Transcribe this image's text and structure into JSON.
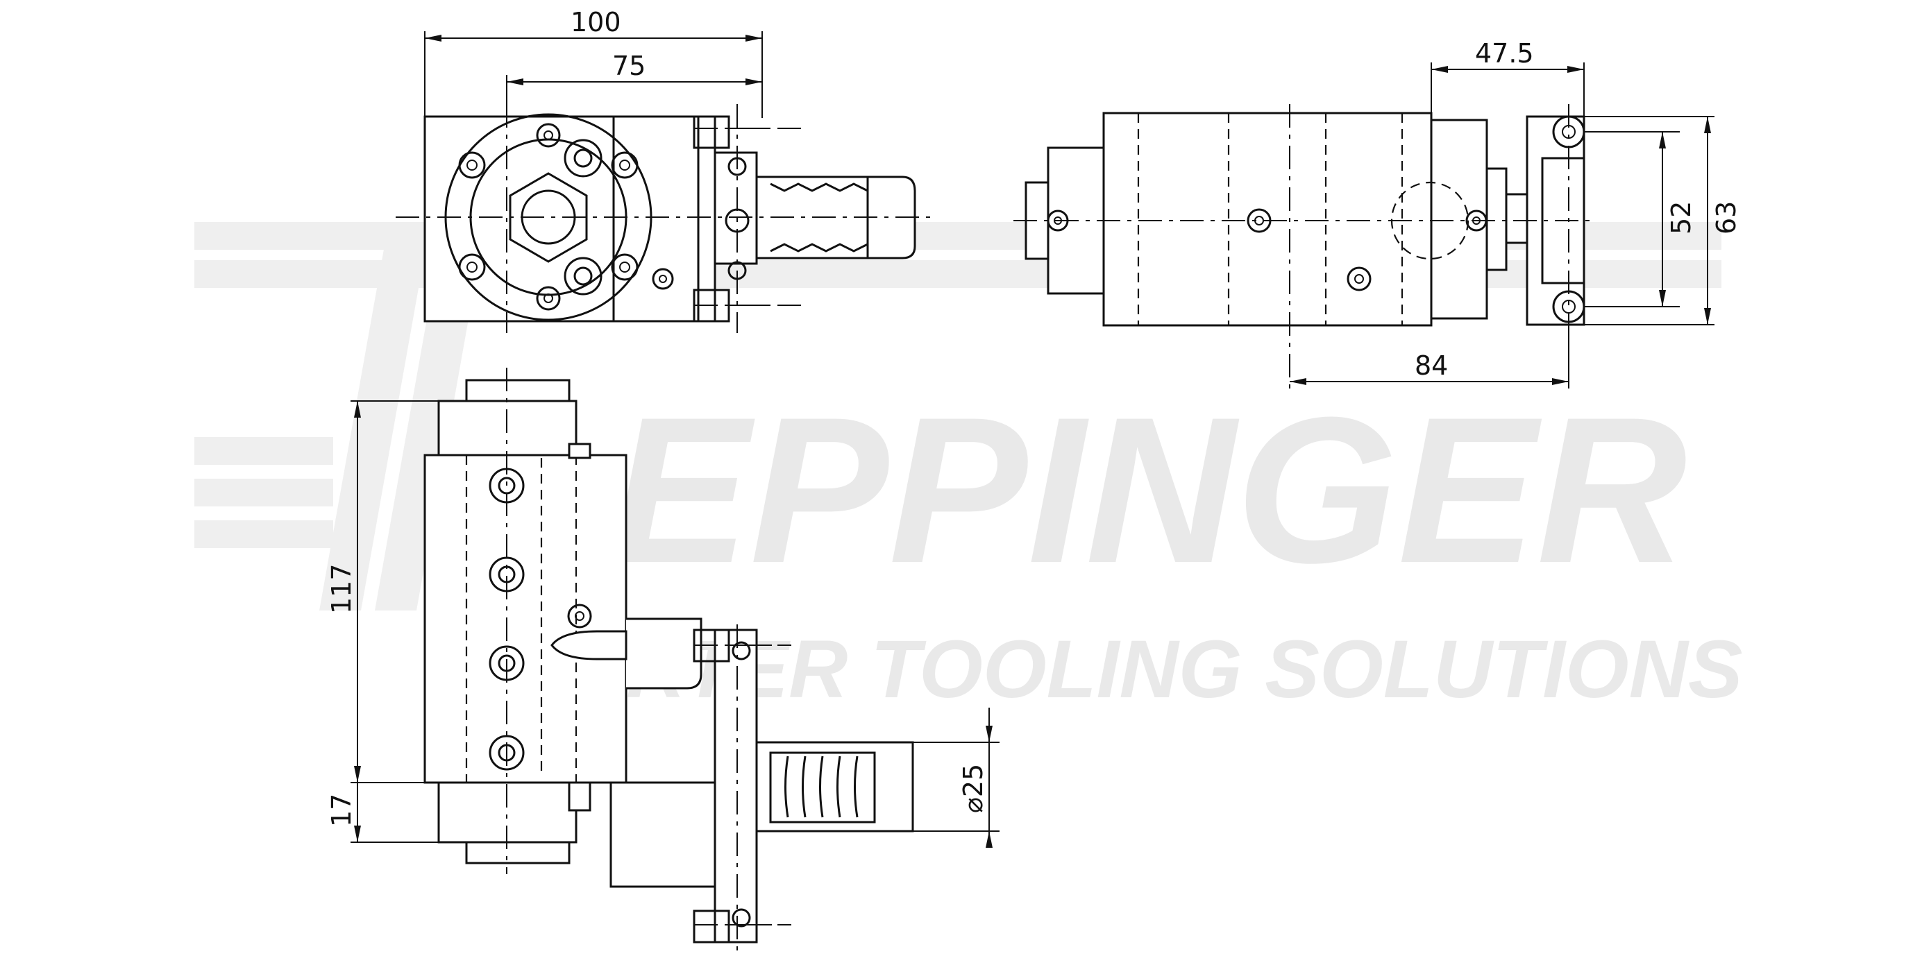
{
  "watermark": {
    "brand": "EPPINGER",
    "tagline": "SMARTER TOOLING SOLUTIONS"
  },
  "dimensions": {
    "width_overall": "100",
    "width_to_axis": "75",
    "offset_top": "47.5",
    "height_inner": "52",
    "height_outer": "63",
    "axis_distance": "84",
    "body_length": "117",
    "flange_length": "17",
    "shank_diameter": "⌀25"
  }
}
